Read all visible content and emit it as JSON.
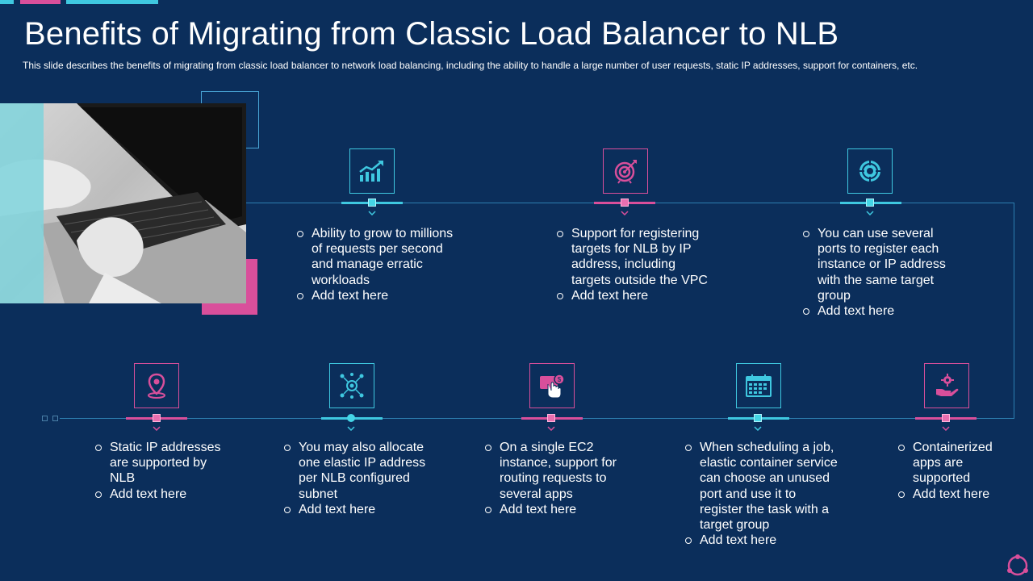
{
  "header": {
    "title": "Benefits of Migrating from Classic Load Balancer to NLB",
    "subtitle": "This slide describes the benefits of migrating from classic load balancer to network load balancing, including the ability to handle a large number of user requests, static IP addresses, support for containers, etc."
  },
  "colors": {
    "background": "#0b2e5b",
    "accent_pink": "#d94f9b",
    "accent_cyan": "#3fc8e0",
    "line": "#2d7fb0"
  },
  "top_row": [
    {
      "icon": "growth-chart-icon",
      "bullets": [
        "Ability to grow to millions of requests per second and manage erratic workloads",
        "Add text here"
      ]
    },
    {
      "icon": "target-arrow-icon",
      "bullets": [
        "Support for registering targets for NLB by IP address, including targets outside the VPC",
        "Add text here"
      ]
    },
    {
      "icon": "crosshair-target-icon",
      "bullets": [
        "You can use several ports to register each instance or IP address with the same target group",
        "Add text here"
      ]
    }
  ],
  "bottom_row": [
    {
      "icon": "location-pin-icon",
      "bullets": [
        "Static IP addresses are supported by NLB",
        "Add text here"
      ]
    },
    {
      "icon": "network-nodes-icon",
      "bullets": [
        "You may also allocate one elastic IP address per NLB configured subnet",
        "Add text here"
      ]
    },
    {
      "icon": "touch-dollar-icon",
      "bullets": [
        "On a single EC2 instance, support for routing requests to several apps",
        "Add text here"
      ]
    },
    {
      "icon": "calendar-icon",
      "bullets": [
        "When scheduling a job, elastic container service can choose an unused port and use it to register the task with a target group",
        "Add text here"
      ]
    },
    {
      "icon": "hand-gear-icon",
      "bullets": [
        "Containerized apps are supported",
        "Add text here"
      ]
    }
  ]
}
